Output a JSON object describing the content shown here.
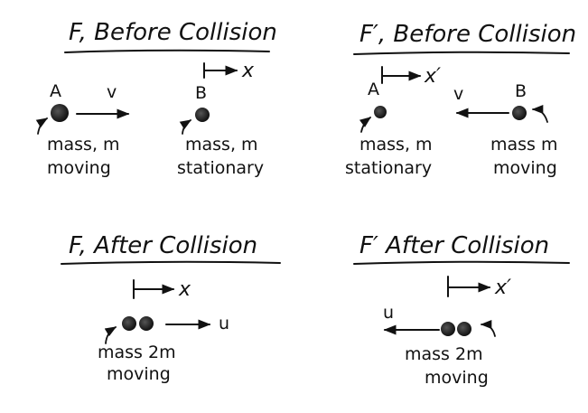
{
  "panels": {
    "before_f": {
      "title": "F, Before Collision",
      "axis_label": "x",
      "ball_a_label": "A",
      "ball_b_label": "B",
      "velocity_label": "v",
      "a_mass": "mass, m",
      "a_state": "moving",
      "b_mass": "mass, m",
      "b_state": "stationary"
    },
    "before_fprime": {
      "title": "F′, Before Collision",
      "axis_label": "x′",
      "ball_a_label": "A",
      "ball_b_label": "B",
      "velocity_label": "v",
      "a_mass": "mass, m",
      "a_state": "stationary",
      "b_mass": "mass m",
      "b_state": "moving"
    },
    "after_f": {
      "title": "F, After Collision",
      "axis_label": "x",
      "velocity_label": "u",
      "mass": "mass 2m",
      "state": "moving"
    },
    "after_fprime": {
      "title": "F′ After Collision",
      "axis_label": "x′",
      "velocity_label": "u",
      "mass": "mass 2m",
      "state": "moving"
    }
  },
  "colors": {
    "ink": "#111111",
    "background": "#ffffff"
  }
}
